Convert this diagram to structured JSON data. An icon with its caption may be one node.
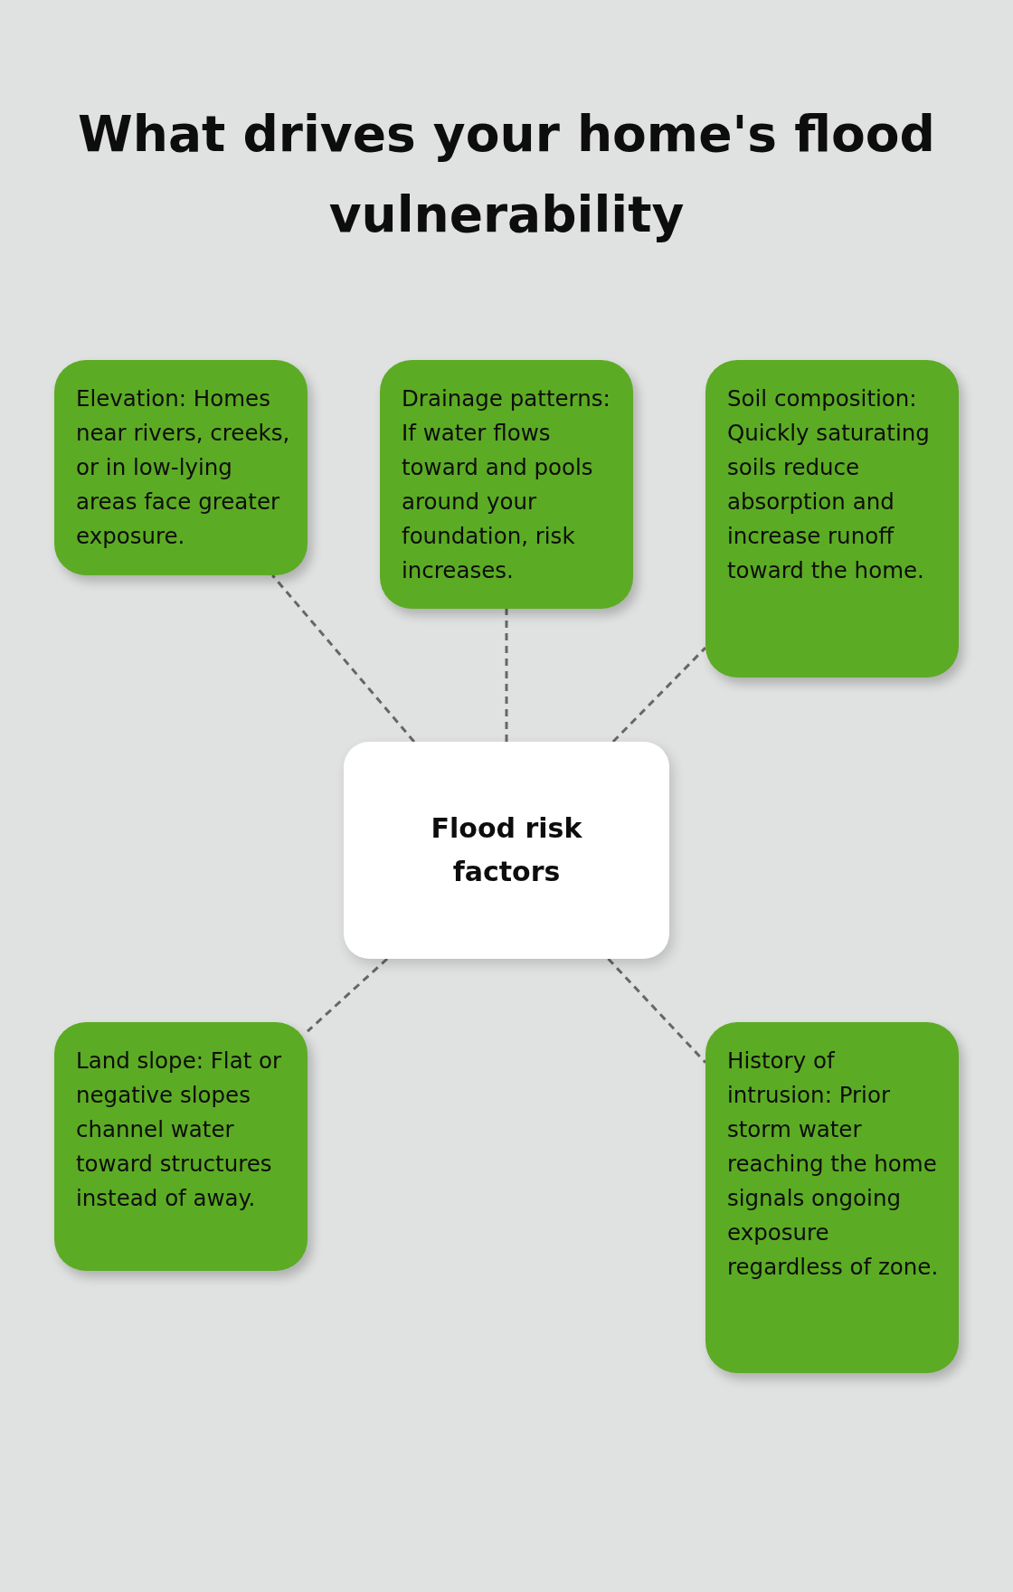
{
  "diagram": {
    "title": "What drives your home's flood vulnerability",
    "nodes": [
      {
        "text": [
          "Elevation: Homes near rivers, creeks, or in low-lying areas face greater exposure."
        ]
      },
      {
        "text": [
          "Drainage patterns: If water flows toward and pools around your foundation, risk increases."
        ]
      },
      {
        "text": [
          "Soil composition: Quickly saturating soils reduce absorption and increase runoff toward the home."
        ]
      },
      {
        "text": [
          "Flood risk factors"
        ]
      },
      {
        "text": [
          "Land slope: Flat or negative slopes channel water toward structures instead of away."
        ]
      },
      {
        "text": [
          "History of intrusion: Prior storm water reaching the home signals ongoing exposure regardless of zone."
        ]
      }
    ],
    "edges": [
      {
        "from": 3,
        "to": 0,
        "arrow": "none",
        "style": "dashed"
      },
      {
        "from": 3,
        "to": 1,
        "arrow": "none",
        "style": "dashed"
      },
      {
        "from": 3,
        "to": 2,
        "arrow": "none",
        "style": "dashed"
      },
      {
        "from": 3,
        "to": 4,
        "arrow": "none",
        "style": "dashed"
      },
      {
        "from": 3,
        "to": 5,
        "arrow": "none",
        "style": "dashed"
      }
    ]
  }
}
